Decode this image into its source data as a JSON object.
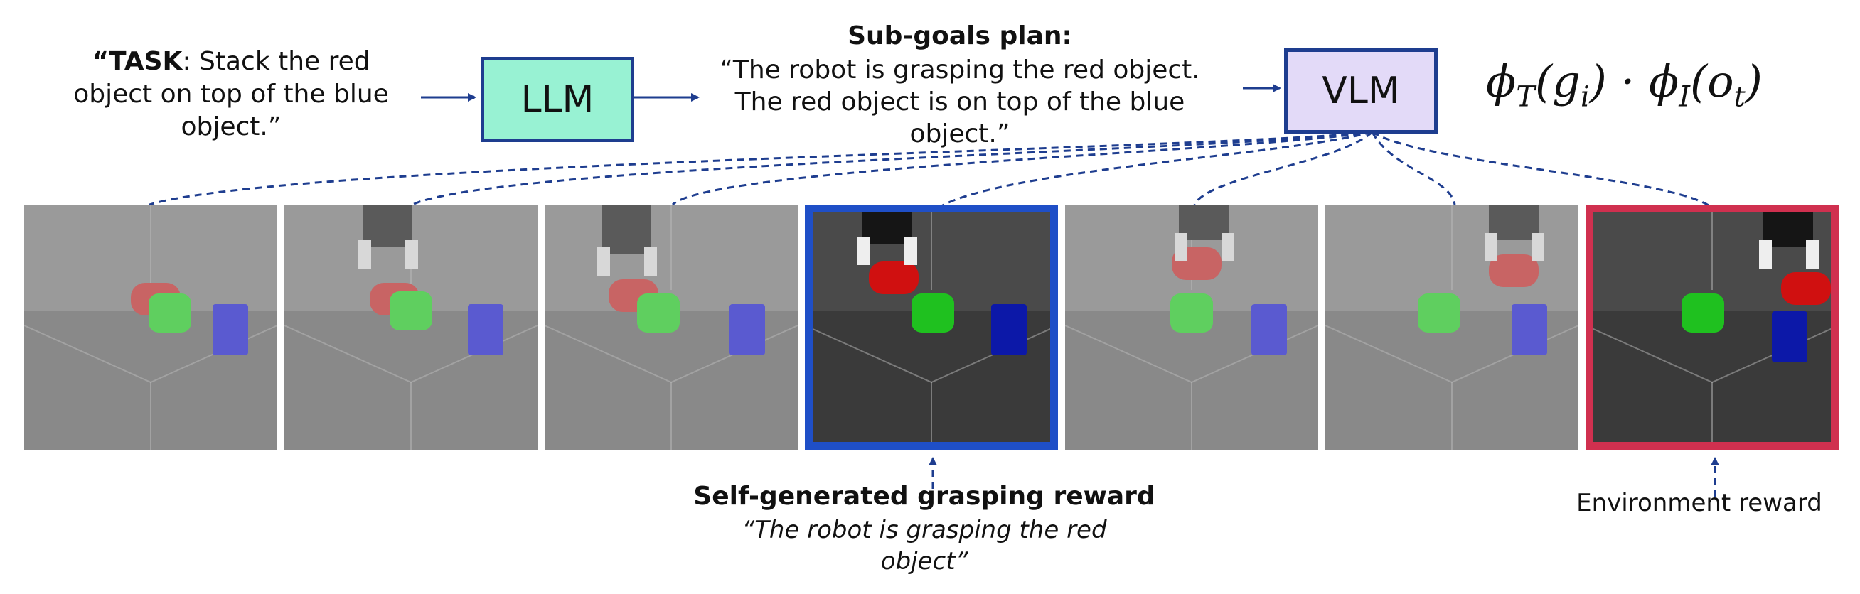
{
  "task": {
    "bold": "“TASK",
    "rest": ": Stack the red object on top of the blue object.”"
  },
  "llm_label": "LLM",
  "vlm_label": "VLM",
  "plan": {
    "title": "Sub-goals plan:",
    "text": "“The robot is grasping the red object. The red object is on top of the blue object.”"
  },
  "formula": {
    "phi1": "ϕ",
    "sub1": "T",
    "arg1_open": "(g",
    "arg1_sub": "i",
    "arg1_close": ")",
    "dot": " · ",
    "phi2": "ϕ",
    "sub2": "I",
    "arg2_open": "(o",
    "arg2_sub": "t",
    "arg2_close": ")"
  },
  "reward": {
    "title": "Self-generated grasping reward",
    "quote": "“The robot is grasping the red object”"
  },
  "env_reward": "Environment reward",
  "frames": [
    {
      "id": "frame-1",
      "highlight": "none",
      "dark": false
    },
    {
      "id": "frame-2",
      "highlight": "none",
      "dark": false
    },
    {
      "id": "frame-3",
      "highlight": "none",
      "dark": false
    },
    {
      "id": "frame-4",
      "highlight": "blue",
      "dark": true
    },
    {
      "id": "frame-5",
      "highlight": "none",
      "dark": false
    },
    {
      "id": "frame-6",
      "highlight": "none",
      "dark": false
    },
    {
      "id": "frame-7",
      "highlight": "red",
      "dark": true
    }
  ],
  "colors": {
    "arrow": "#1e3d8f",
    "llm_fill": "#98f2d3",
    "vlm_fill": "#e3daf8",
    "blue_frame": "#1f4fc7",
    "red_frame": "#d0304f"
  }
}
